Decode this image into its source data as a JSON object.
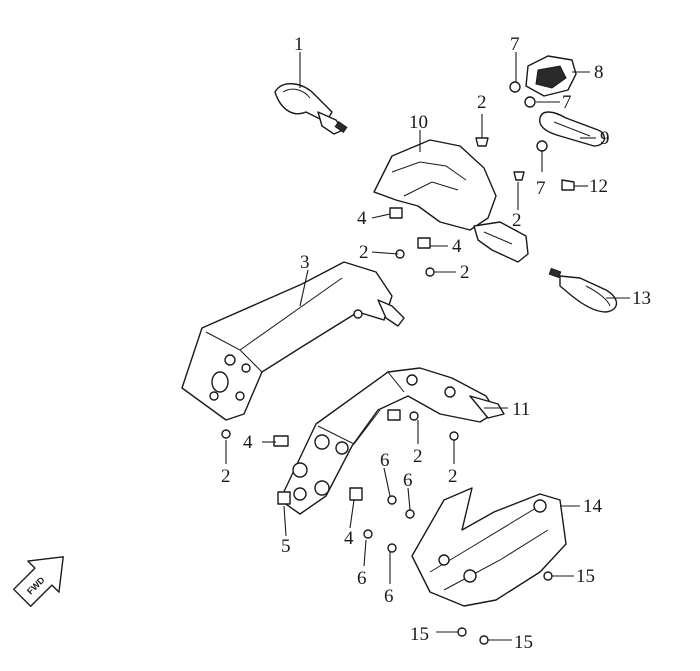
{
  "diagram": {
    "callouts": [
      {
        "id": "c1",
        "text": "1"
      },
      {
        "id": "c2a",
        "text": "2"
      },
      {
        "id": "c2b",
        "text": "2"
      },
      {
        "id": "c2c",
        "text": "2"
      },
      {
        "id": "c2d",
        "text": "2"
      },
      {
        "id": "c2e",
        "text": "2"
      },
      {
        "id": "c2f",
        "text": "2"
      },
      {
        "id": "c2g",
        "text": "2"
      },
      {
        "id": "c3",
        "text": "3"
      },
      {
        "id": "c4a",
        "text": "4"
      },
      {
        "id": "c4b",
        "text": "4"
      },
      {
        "id": "c4c",
        "text": "4"
      },
      {
        "id": "c4d",
        "text": "4"
      },
      {
        "id": "c5",
        "text": "5"
      },
      {
        "id": "c6a",
        "text": "6"
      },
      {
        "id": "c6b",
        "text": "6"
      },
      {
        "id": "c6c",
        "text": "6"
      },
      {
        "id": "c6d",
        "text": "6"
      },
      {
        "id": "c7a",
        "text": "7"
      },
      {
        "id": "c7b",
        "text": "7"
      },
      {
        "id": "c7c",
        "text": "7"
      },
      {
        "id": "c8",
        "text": "8"
      },
      {
        "id": "c9",
        "text": "9"
      },
      {
        "id": "c10",
        "text": "10"
      },
      {
        "id": "c11",
        "text": "11"
      },
      {
        "id": "c12",
        "text": "12"
      },
      {
        "id": "c13",
        "text": "13"
      },
      {
        "id": "c14",
        "text": "14"
      },
      {
        "id": "c15a",
        "text": "15"
      },
      {
        "id": "c15b",
        "text": "15"
      },
      {
        "id": "c15c",
        "text": "15"
      }
    ],
    "direction_indicator": {
      "text": "FWD"
    }
  }
}
